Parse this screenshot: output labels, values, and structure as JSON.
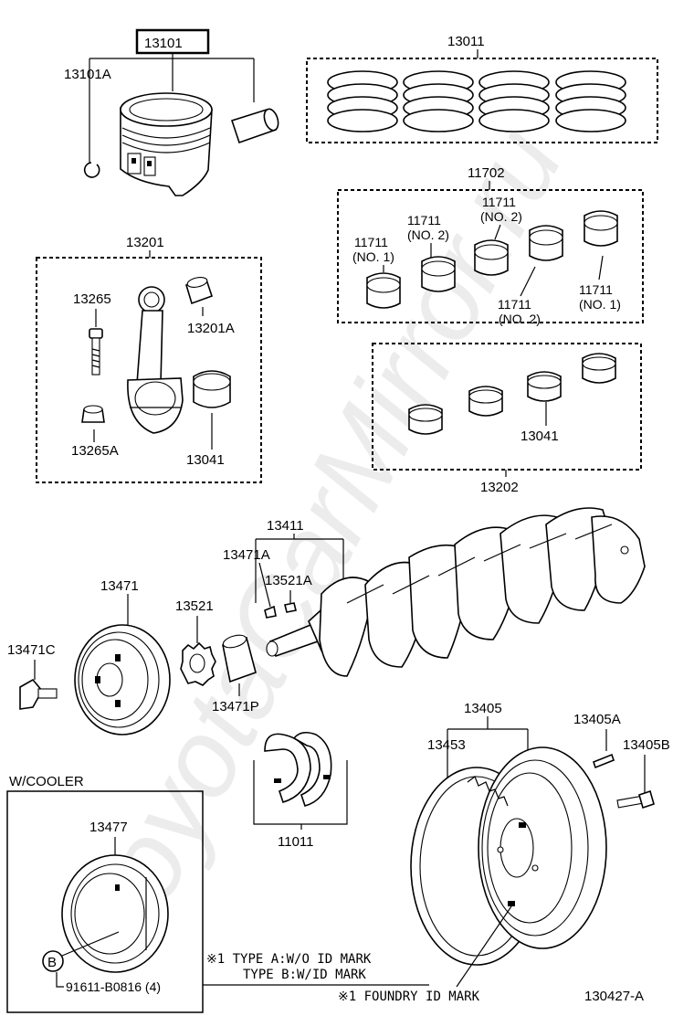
{
  "watermark": "ToyotaCarMirror.ru",
  "labels": {
    "p13101": "13101",
    "p13101A": "13101A",
    "p13011": "13011",
    "p11702": "11702",
    "p11711_no1_left": "11711",
    "p11711_no1_left_sub": "(NO. 1)",
    "p11711_no2_a": "11711",
    "p11711_no2_a_sub": "(NO. 2)",
    "p11711_no2_b": "11711",
    "p11711_no2_b_sub": "(NO. 2)",
    "p11711_no2_c": "11711",
    "p11711_no2_c_sub": "(NO. 2)",
    "p11711_no1_right": "11711",
    "p11711_no1_right_sub": "(NO. 1)",
    "p13201": "13201",
    "p13265": "13265",
    "p13201A": "13201A",
    "p13265A": "13265A",
    "p13041_left": "13041",
    "p13041_right": "13041",
    "p13202": "13202",
    "p13411": "13411",
    "p13471A": "13471A",
    "p13521A": "13521A",
    "p13471": "13471",
    "p13521": "13521",
    "p13471C": "13471C",
    "p13471P": "13471P",
    "p13405": "13405",
    "p13453": "13453",
    "p13405A": "13405A",
    "p13405B": "13405B",
    "p11011": "11011",
    "wcooler": "W/COOLER",
    "p13477": "13477",
    "circleB": "B",
    "bolt_part": "91611-B0816 (4)",
    "note1_line1": "※1 TYPE A:W/O ID MARK",
    "note1_line2": "TYPE B:W/ID MARK",
    "note2": "※1 FOUNDRY ID MARK",
    "diagram_id": "130427-A"
  }
}
